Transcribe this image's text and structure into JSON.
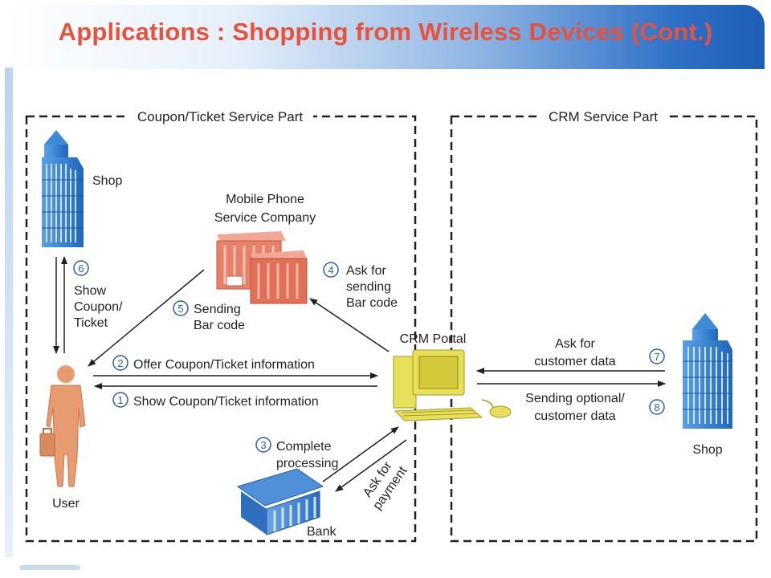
{
  "title": "Applications : Shopping from Wireless Devices (Cont.)",
  "sections": {
    "left": "Coupon/Ticket Service Part",
    "right": "CRM Service Part"
  },
  "nodes": {
    "shop_left": "Shop",
    "mobile_company": [
      "Mobile Phone",
      "Service Company"
    ],
    "crm_portal": "CRM Portal",
    "user": "User",
    "bank": "Bank",
    "shop_right": "Shop"
  },
  "steps": [
    {
      "num": "1",
      "lines": [
        "Show Coupon/Ticket information"
      ]
    },
    {
      "num": "2",
      "lines": [
        "Offer Coupon/Ticket information"
      ]
    },
    {
      "num": "3",
      "lines": [
        "Complete",
        "processing"
      ]
    },
    {
      "num": "4",
      "lines": [
        "Ask for",
        "sending",
        "Bar code"
      ]
    },
    {
      "num": "5",
      "lines": [
        "Sending",
        "Bar code"
      ]
    },
    {
      "num": "6",
      "lines": [
        "Show",
        "Coupon/",
        "Ticket"
      ]
    },
    {
      "num": "7",
      "lines": [
        "Ask for",
        "customer data"
      ]
    },
    {
      "num": "8",
      "lines": [
        "Sending optional/",
        "customer data"
      ]
    }
  ],
  "ask_payment": [
    "Ask for",
    "payment"
  ],
  "colors": {
    "title": "#e8523a",
    "building_blue": "#2f7fd0",
    "company_red": "#e8816a",
    "person": "#e89a70",
    "computer": "#e8df5a",
    "step_circle": "#2a5ea8"
  }
}
